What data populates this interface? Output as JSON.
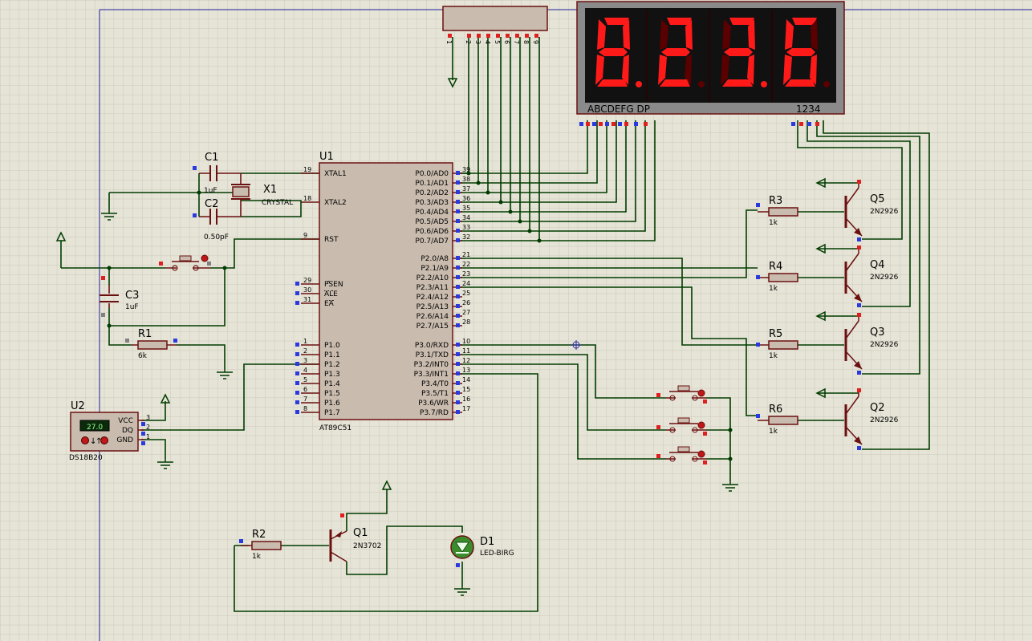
{
  "colors": {
    "wire": "#003c00",
    "body": "#c9bcae",
    "outline": "#6b1010",
    "grid": "#c9c9bd",
    "segOn": "#ff1a1a",
    "segOff": "#5a0000"
  },
  "display": {
    "digits": "8236",
    "seg_label": "ABCDEFG  DP",
    "com_label": "1234"
  },
  "header": {
    "pins": [
      "1",
      "2",
      "3",
      "4",
      "5",
      "6",
      "7",
      "8",
      "9"
    ]
  },
  "u1": {
    "ref": "U1",
    "part": "AT89C51",
    "left_pins": [
      {
        "num": "19",
        "name": "XTAL1"
      },
      {
        "num": "18",
        "name": "XTAL2"
      },
      {
        "num": "9",
        "name": "RST"
      },
      {
        "num": "29",
        "name": "PSEN"
      },
      {
        "num": "30",
        "name": "ALE"
      },
      {
        "num": "31",
        "name": "EA"
      },
      {
        "num": "1",
        "name": "P1.0"
      },
      {
        "num": "2",
        "name": "P1.1"
      },
      {
        "num": "3",
        "name": "P1.2"
      },
      {
        "num": "4",
        "name": "P1.3"
      },
      {
        "num": "5",
        "name": "P1.4"
      },
      {
        "num": "6",
        "name": "P1.5"
      },
      {
        "num": "7",
        "name": "P1.6"
      },
      {
        "num": "8",
        "name": "P1.7"
      }
    ],
    "right_pins": [
      {
        "num": "39",
        "name": "P0.0/AD0"
      },
      {
        "num": "38",
        "name": "P0.1/AD1"
      },
      {
        "num": "37",
        "name": "P0.2/AD2"
      },
      {
        "num": "36",
        "name": "P0.3/AD3"
      },
      {
        "num": "35",
        "name": "P0.4/AD4"
      },
      {
        "num": "34",
        "name": "P0.5/AD5"
      },
      {
        "num": "33",
        "name": "P0.6/AD6"
      },
      {
        "num": "32",
        "name": "P0.7/AD7"
      },
      {
        "num": "21",
        "name": "P2.0/A8"
      },
      {
        "num": "22",
        "name": "P2.1/A9"
      },
      {
        "num": "23",
        "name": "P2.2/A10"
      },
      {
        "num": "24",
        "name": "P2.3/A11"
      },
      {
        "num": "25",
        "name": "P2.4/A12"
      },
      {
        "num": "26",
        "name": "P2.5/A13"
      },
      {
        "num": "27",
        "name": "P2.6/A14"
      },
      {
        "num": "28",
        "name": "P2.7/A15"
      },
      {
        "num": "10",
        "name": "P3.0/RXD"
      },
      {
        "num": "11",
        "name": "P3.1/TXD"
      },
      {
        "num": "12",
        "name": "P3.2/INT0"
      },
      {
        "num": "13",
        "name": "P3.3/INT1"
      },
      {
        "num": "14",
        "name": "P3.4/T0"
      },
      {
        "num": "15",
        "name": "P3.5/T1"
      },
      {
        "num": "16",
        "name": "P3.6/WR"
      },
      {
        "num": "17",
        "name": "P3.7/RD"
      }
    ]
  },
  "parts": {
    "c1": {
      "ref": "C1",
      "val": "1uF"
    },
    "c2": {
      "ref": "C2",
      "val": "0.50pF"
    },
    "x1": {
      "ref": "X1",
      "val": "CRYSTAL"
    },
    "c3": {
      "ref": "C3",
      "val": "1uF"
    },
    "r1": {
      "ref": "R1",
      "val": "6k"
    },
    "r2": {
      "ref": "R2",
      "val": "1k"
    },
    "r3": {
      "ref": "R3",
      "val": "1k"
    },
    "r4": {
      "ref": "R4",
      "val": "1k"
    },
    "r5": {
      "ref": "R5",
      "val": "1k"
    },
    "r6": {
      "ref": "R6",
      "val": "1k"
    },
    "q1": {
      "ref": "Q1",
      "val": "2N3702"
    },
    "q2": {
      "ref": "Q2",
      "val": "2N2926"
    },
    "q3": {
      "ref": "Q3",
      "val": "2N2926"
    },
    "q4": {
      "ref": "Q4",
      "val": "2N2926"
    },
    "q5": {
      "ref": "Q5",
      "val": "2N2926"
    },
    "d1": {
      "ref": "D1",
      "val": "LED-BIRG"
    },
    "u2": {
      "ref": "U2",
      "val": "DS18B20",
      "reading": "27.0",
      "pins": [
        {
          "num": "3",
          "name": "VCC"
        },
        {
          "num": "2",
          "name": "DQ"
        },
        {
          "num": "1",
          "name": "GND"
        }
      ]
    }
  }
}
